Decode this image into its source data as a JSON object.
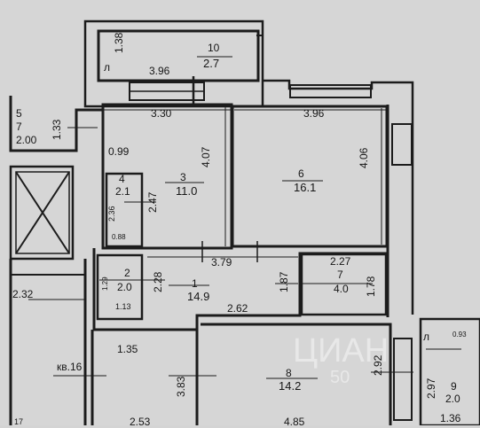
{
  "balcony_top": {
    "number": "10",
    "area": "2.7",
    "dim_height": "1.38",
    "dim_width": "3.96",
    "side_mark": "л"
  },
  "room_3": {
    "number": "3",
    "area": "11.0",
    "dim_top": "3.30",
    "dim_side": "4.07",
    "dim_left": "0.99",
    "dim_inner": "2.47"
  },
  "room_6": {
    "number": "6",
    "area": "16.1",
    "dim_top": "3.96",
    "dim_side": "4.06"
  },
  "room_4": {
    "number": "4",
    "area": "2.1",
    "dim_side": "2.36",
    "dim_bottom": "0.88"
  },
  "room_1": {
    "number": "1",
    "area": "14.9",
    "dim_top": "3.79",
    "dim_width": "2.62",
    "dim_side": "2.28",
    "dim_right": "1.87"
  },
  "room_2": {
    "number": "2",
    "area": "2.0",
    "dim_side": "1.29",
    "dim_bottom": "1.13"
  },
  "room_7": {
    "number": "7",
    "area": "4.0",
    "dim_top": "2.27",
    "dim_side": "1.78"
  },
  "room_8": {
    "number": "8",
    "area": "14.2",
    "dim_left": "3.83",
    "dim_right": "2.92",
    "dim_bottom": "4.85"
  },
  "room_9": {
    "number": "9",
    "area": "2.0",
    "dim_side": "2.97",
    "dim_bottom": "1.36",
    "side_mark": "л",
    "dim_top": "0.93"
  },
  "corridor_lower": {
    "dim_top": "1.35",
    "dim_bottom": "2.53"
  },
  "neighbor": {
    "flat_label": "кв.16",
    "dim": "2.32",
    "room_number": "5",
    "sub_number": "7",
    "dim_a": "2.00",
    "dim_b": "1.33",
    "corner": "17"
  },
  "watermark": {
    "text": "ЦИАН",
    "id_fragment": "50"
  }
}
